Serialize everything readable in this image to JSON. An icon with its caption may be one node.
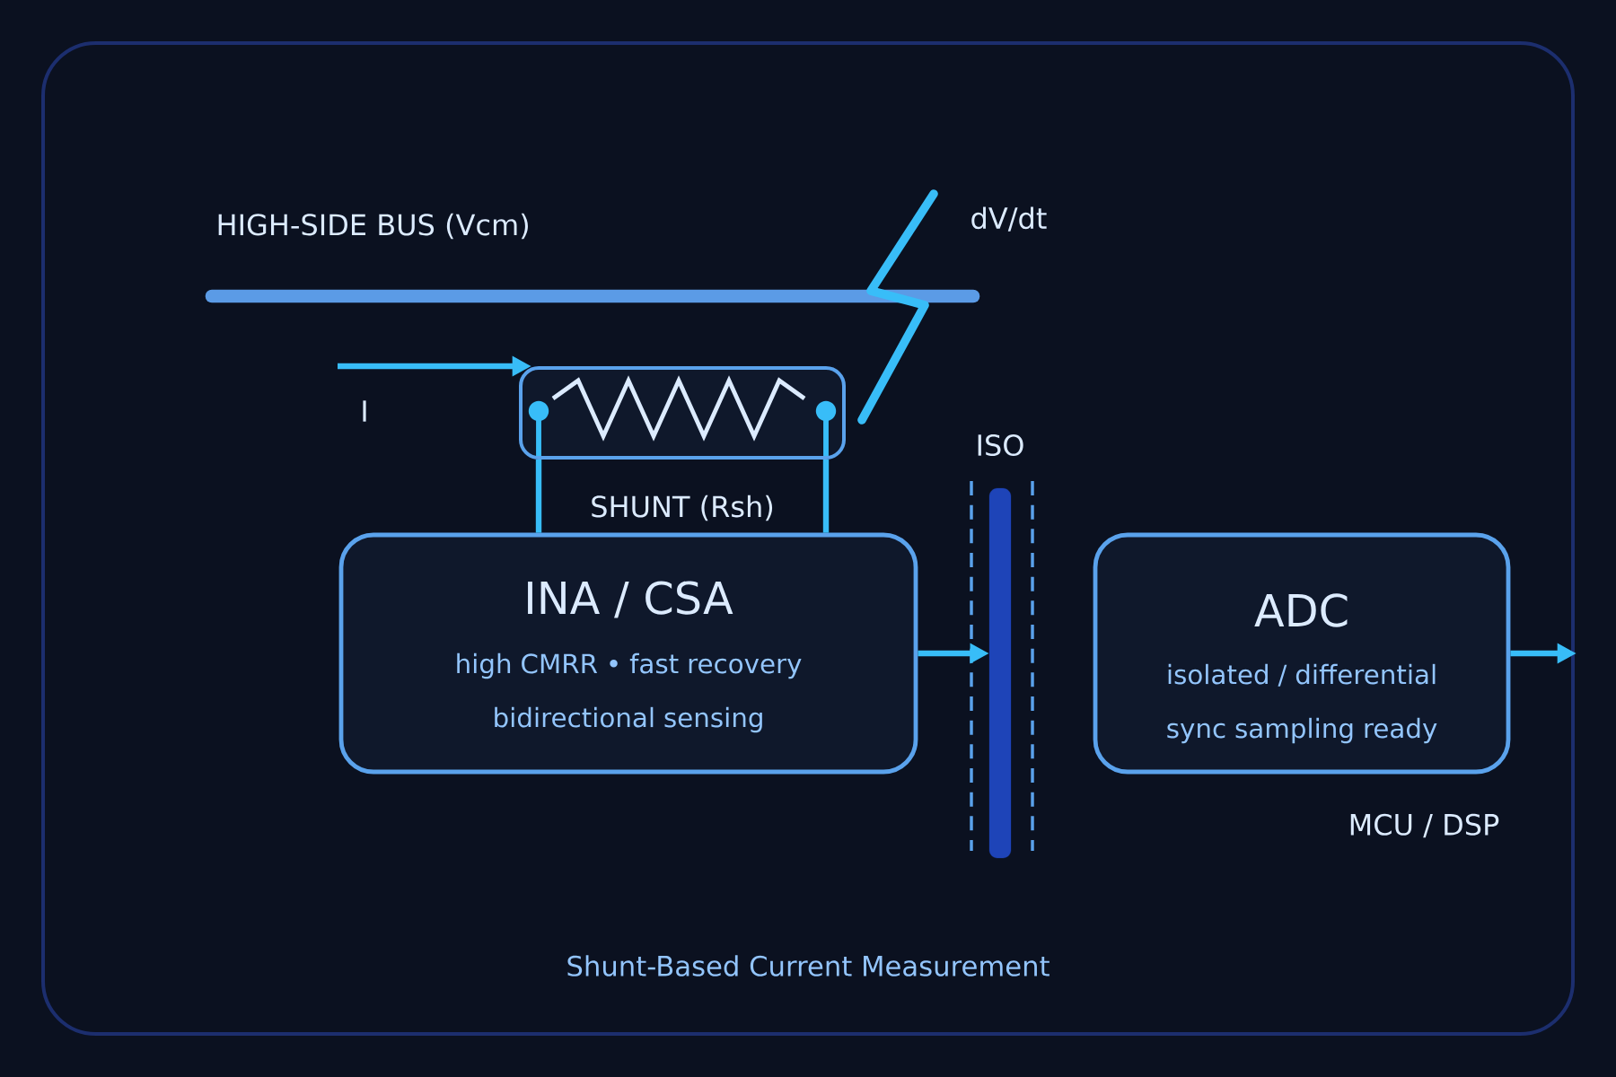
{
  "diagram": {
    "caption": "Shunt-Based Current Measurement",
    "nodes": [
      {
        "text": [
          "SHUNT (Rsh)"
        ]
      },
      {
        "text": [
          "INA / CSA",
          "high CMRR • fast recovery bidirectional sensing"
        ]
      },
      {
        "text": [
          "ISO"
        ]
      },
      {
        "text": [
          "ADC",
          "isolated / differential sync sampling ready"
        ],
        "beside": [
          "MCU / DSP"
        ]
      }
    ],
    "edges": [
      {
        "from": null,
        "to": 0,
        "arrow": "to"
      },
      {
        "from": 0,
        "to": 1,
        "arrow": "none"
      },
      {
        "from": 0,
        "to": 1,
        "arrow": "none"
      },
      {
        "from": 1,
        "to": 2,
        "arrow": "to"
      },
      {
        "from": 3,
        "to": null,
        "arrow": "to"
      }
    ],
    "labels": [
      "HIGH-SIDE BUS (Vcm)",
      "dV/dt",
      "I"
    ]
  }
}
